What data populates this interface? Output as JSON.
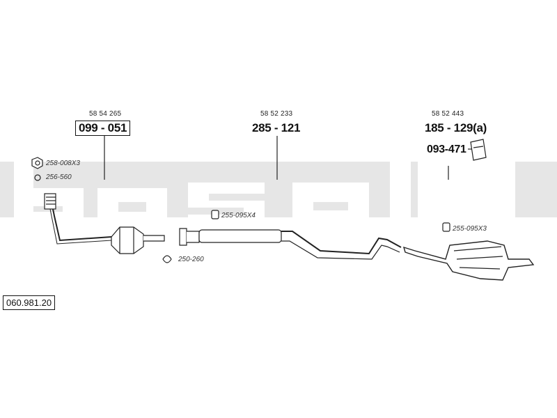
{
  "diagram_id": "060.981.20",
  "watermark_text": "bosal",
  "groups": [
    {
      "oe_number": "58 54 265",
      "part_number": "099 - 051"
    },
    {
      "oe_number": "58 52 233",
      "part_number": "285 - 121"
    },
    {
      "oe_number": "58 52 443",
      "part_number": "185 - 129(a)"
    }
  ],
  "hanger_part": "093-471",
  "small_parts": {
    "nut": "258-008X3",
    "ring": "256-560",
    "clamp_middle": "255-095X4",
    "gasket": "250-260",
    "clamp_rear": "255-095X3"
  },
  "colors": {
    "watermark": "#e6e6e6",
    "line": "#222222"
  }
}
